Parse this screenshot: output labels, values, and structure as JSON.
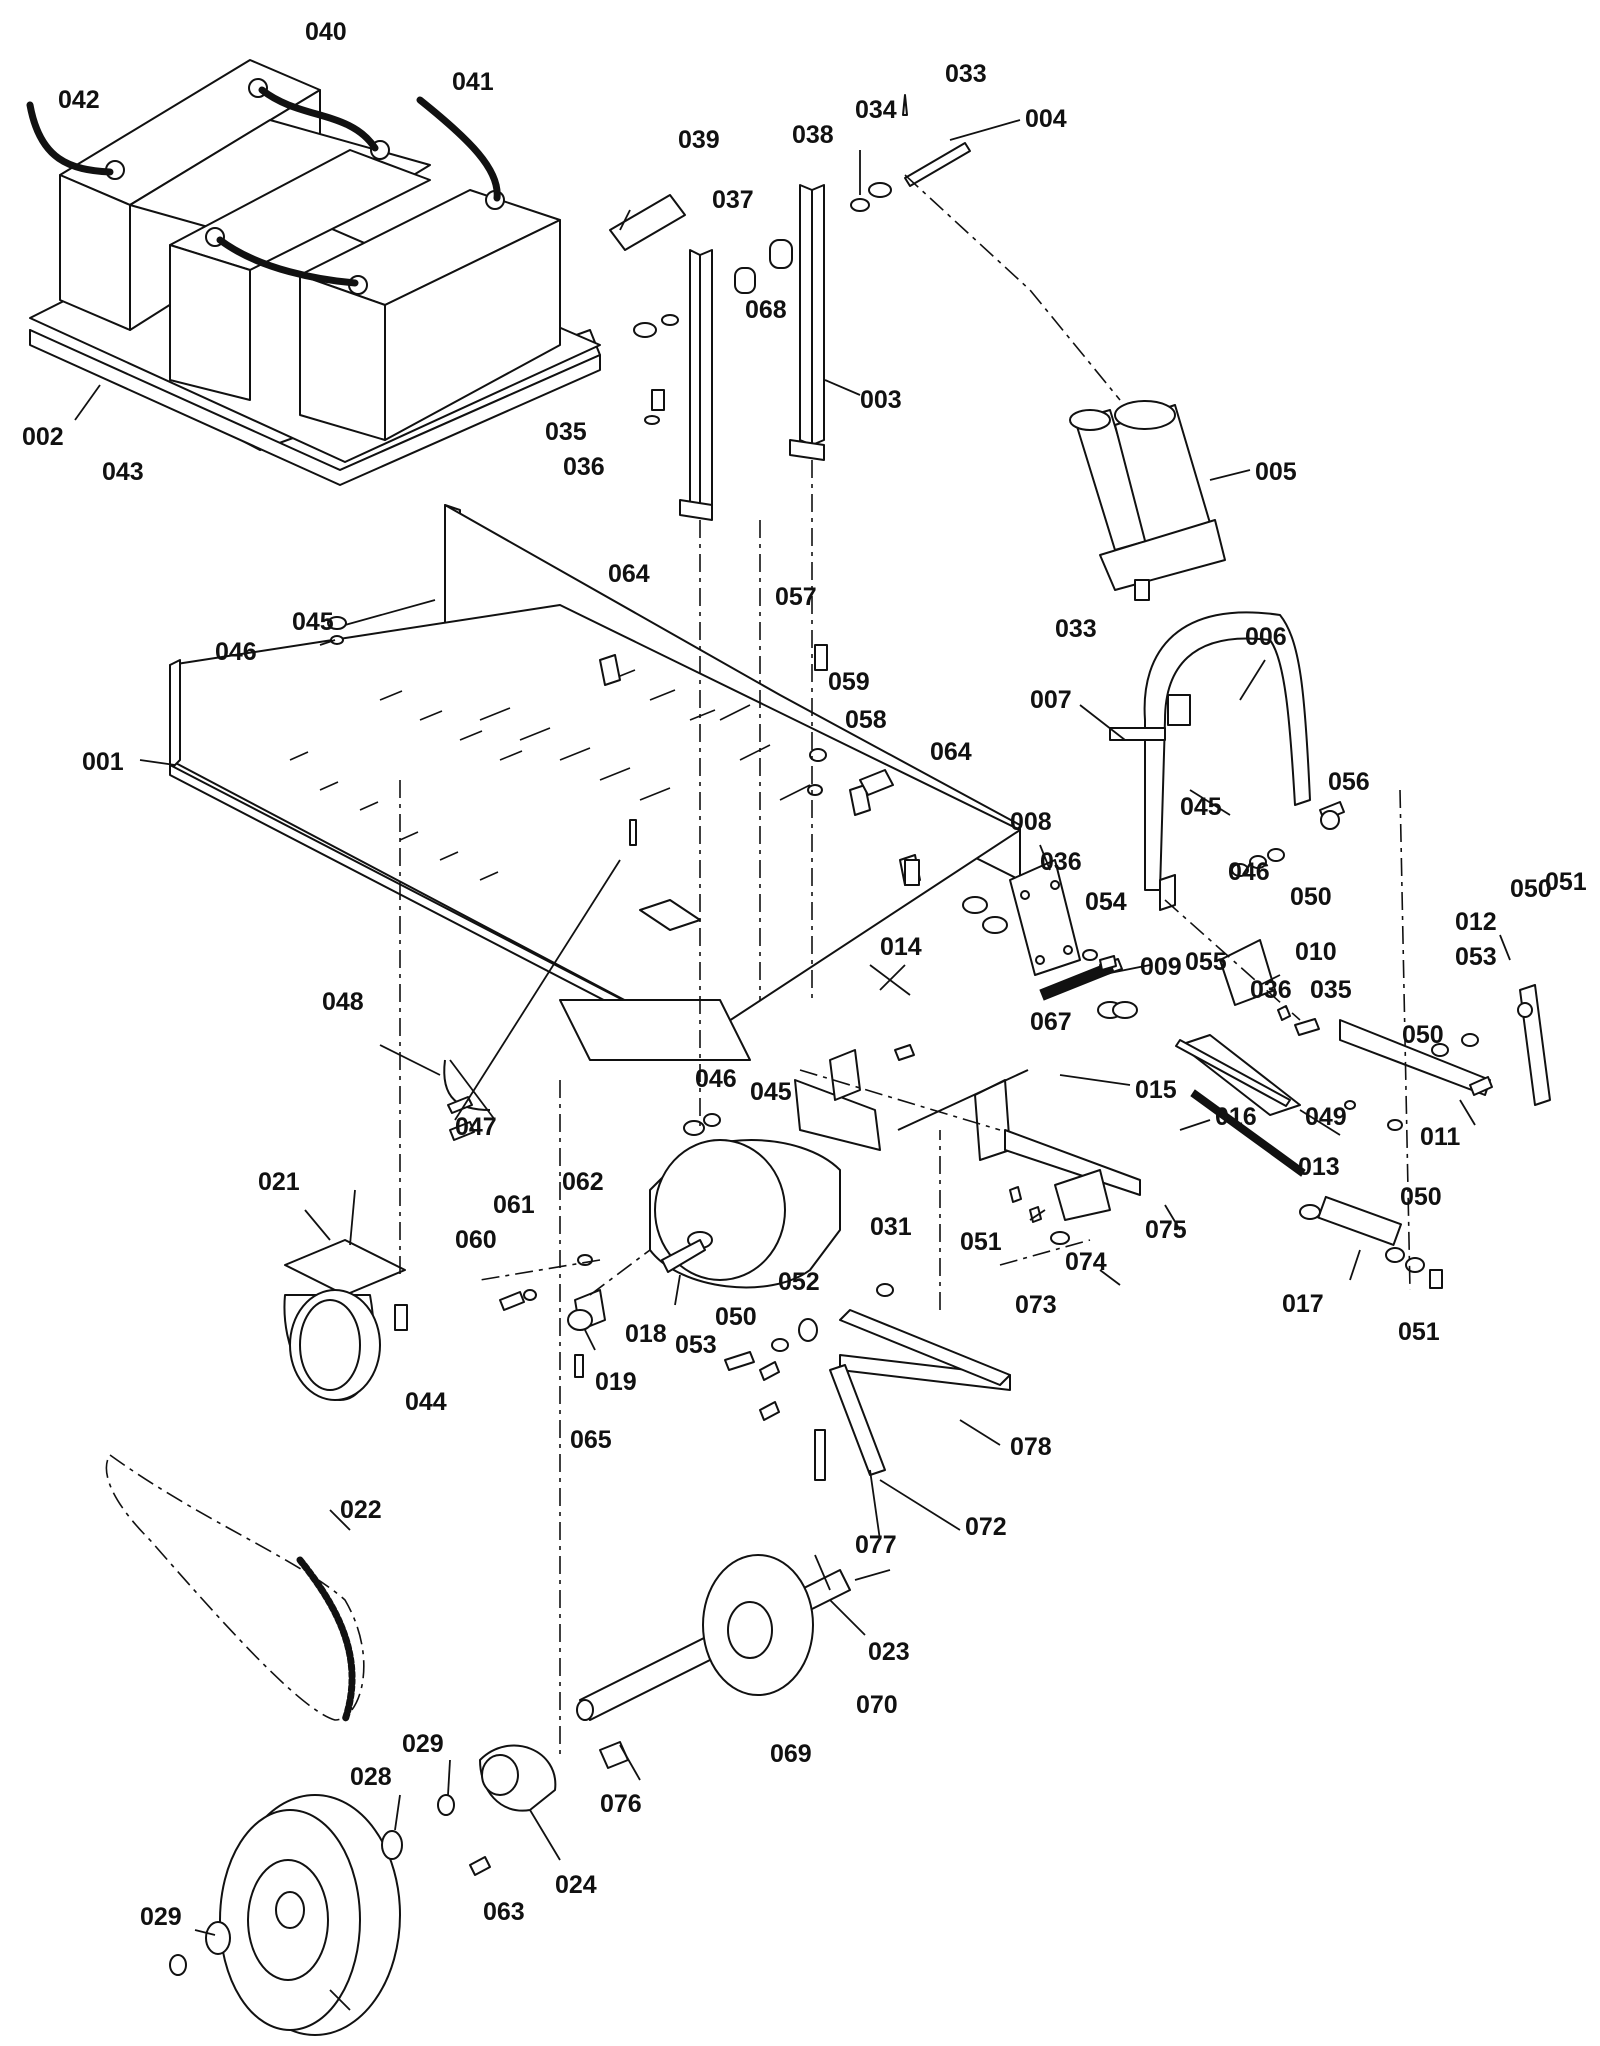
{
  "parts": [
    {
      "id": "001"
    },
    {
      "id": "002"
    },
    {
      "id": "003"
    },
    {
      "id": "004"
    },
    {
      "id": "005"
    },
    {
      "id": "006"
    },
    {
      "id": "007"
    },
    {
      "id": "008"
    },
    {
      "id": "009"
    },
    {
      "id": "010"
    },
    {
      "id": "011"
    },
    {
      "id": "012"
    },
    {
      "id": "013"
    },
    {
      "id": "014"
    },
    {
      "id": "015"
    },
    {
      "id": "016"
    },
    {
      "id": "017"
    },
    {
      "id": "018"
    },
    {
      "id": "019"
    },
    {
      "id": "021"
    },
    {
      "id": "022"
    },
    {
      "id": "023"
    },
    {
      "id": "024"
    },
    {
      "id": "028"
    },
    {
      "id": "029"
    },
    {
      "id": "029"
    },
    {
      "id": "031"
    },
    {
      "id": "033"
    },
    {
      "id": "033"
    },
    {
      "id": "034"
    },
    {
      "id": "035"
    },
    {
      "id": "035"
    },
    {
      "id": "036"
    },
    {
      "id": "036"
    },
    {
      "id": "036"
    },
    {
      "id": "037"
    },
    {
      "id": "038"
    },
    {
      "id": "039"
    },
    {
      "id": "040"
    },
    {
      "id": "041"
    },
    {
      "id": "042"
    },
    {
      "id": "043"
    },
    {
      "id": "044"
    },
    {
      "id": "045"
    },
    {
      "id": "045"
    },
    {
      "id": "045"
    },
    {
      "id": "046"
    },
    {
      "id": "046"
    },
    {
      "id": "046"
    },
    {
      "id": "047"
    },
    {
      "id": "048"
    },
    {
      "id": "049"
    },
    {
      "id": "050"
    },
    {
      "id": "050"
    },
    {
      "id": "050"
    },
    {
      "id": "050"
    },
    {
      "id": "050"
    },
    {
      "id": "051"
    },
    {
      "id": "051"
    },
    {
      "id": "051"
    },
    {
      "id": "052"
    },
    {
      "id": "053"
    },
    {
      "id": "053"
    },
    {
      "id": "054"
    },
    {
      "id": "055"
    },
    {
      "id": "056"
    },
    {
      "id": "057"
    },
    {
      "id": "058"
    },
    {
      "id": "059"
    },
    {
      "id": "060"
    },
    {
      "id": "061"
    },
    {
      "id": "062"
    },
    {
      "id": "063"
    },
    {
      "id": "064"
    },
    {
      "id": "064"
    },
    {
      "id": "065"
    },
    {
      "id": "067"
    },
    {
      "id": "068"
    },
    {
      "id": "069"
    },
    {
      "id": "070"
    },
    {
      "id": "072"
    },
    {
      "id": "073"
    },
    {
      "id": "074"
    },
    {
      "id": "075"
    },
    {
      "id": "076"
    },
    {
      "id": "077"
    },
    {
      "id": "078"
    }
  ]
}
